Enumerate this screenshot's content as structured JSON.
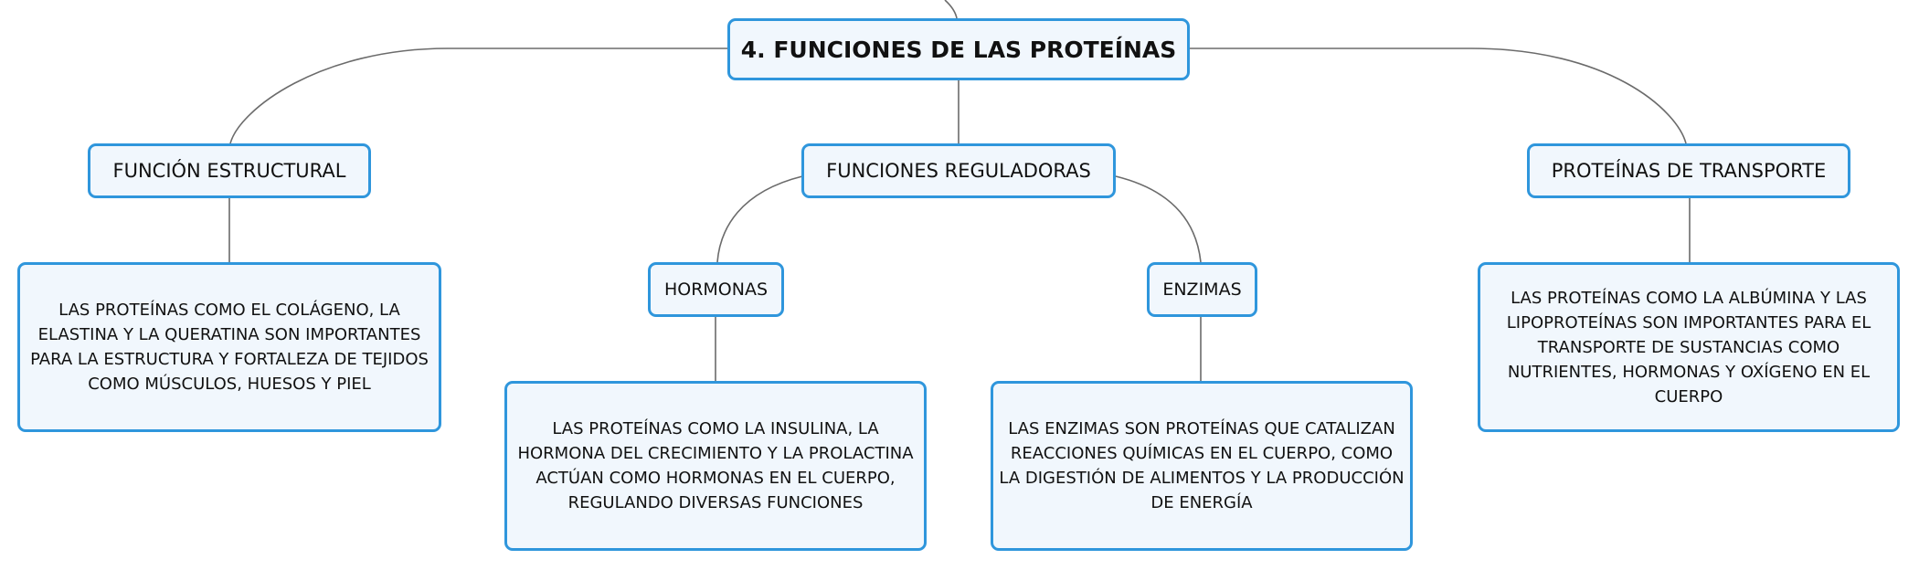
{
  "root": {
    "label": "4. FUNCIONES DE LAS PROTEÍNAS"
  },
  "branches": [
    {
      "label": "FUNCIÓN ESTRUCTURAL",
      "description": "LAS PROTEÍNAS COMO EL COLÁGENO, LA ELASTINA Y LA QUERATINA SON IMPORTANTES PARA LA ESTRUCTURA Y FORTALEZA DE TEJIDOS COMO MÚSCULOS, HUESOS Y PIEL"
    },
    {
      "label": "FUNCIONES REGULADORAS",
      "children": [
        {
          "label": "HORMONAS",
          "description": "LAS PROTEÍNAS COMO LA INSULINA, LA HORMONA DEL CRECIMIENTO Y LA PROLACTINA ACTÚAN COMO HORMONAS EN EL CUERPO, REGULANDO DIVERSAS FUNCIONES"
        },
        {
          "label": "ENZIMAS",
          "description": "LAS ENZIMAS SON PROTEÍNAS QUE CATALIZAN REACCIONES QUÍMICAS EN EL CUERPO, COMO LA DIGESTIÓN DE ALIMENTOS Y LA PRODUCCIÓN DE ENERGÍA"
        }
      ]
    },
    {
      "label": "PROTEÍNAS DE TRANSPORTE",
      "description": "LAS PROTEÍNAS COMO LA ALBÚMINA Y LAS LIPOPROTEÍNAS SON IMPORTANTES PARA EL TRANSPORTE DE SUSTANCIAS COMO NUTRIENTES, HORMONAS Y OXÍGENO EN EL CUERPO"
    }
  ]
}
